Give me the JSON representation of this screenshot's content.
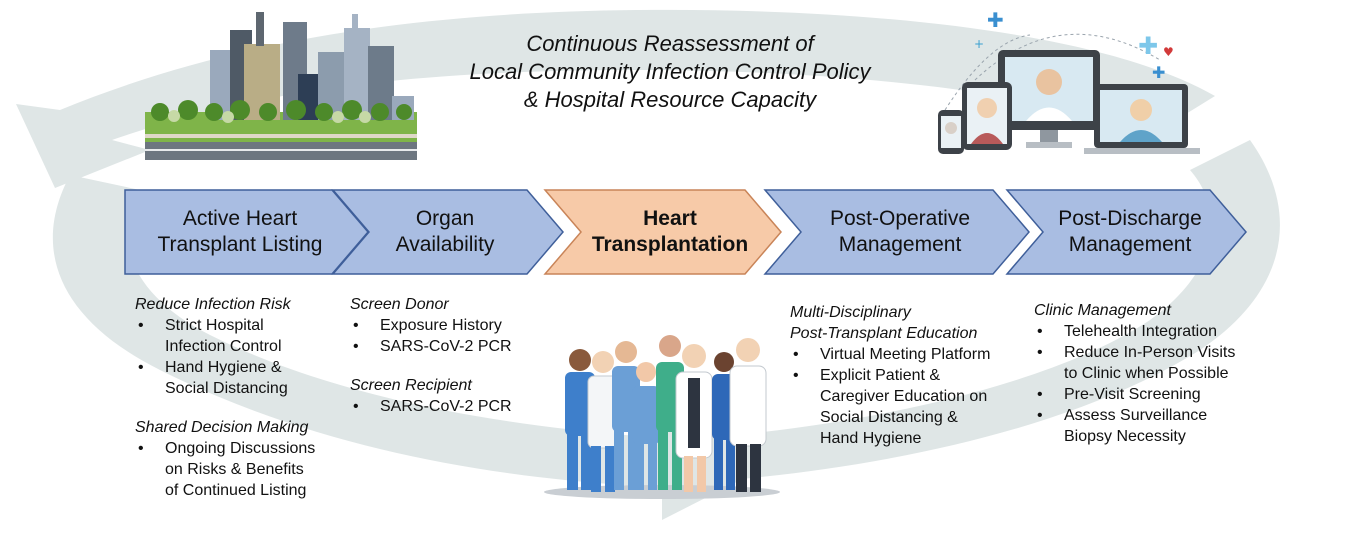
{
  "title": {
    "line1": "Continuous Reassessment of",
    "line2": "Local Community Infection Control Policy",
    "line3": "& Hospital Resource Capacity"
  },
  "colors": {
    "stage_fill": "#a9bde2",
    "stage_stroke": "#3f5f9a",
    "highlight_fill": "#f7caa8",
    "highlight_stroke": "#c98458",
    "cycle_arrow": "#dfe6e6"
  },
  "icons": [
    "city-skyline-illustration",
    "telehealth-devices-illustration",
    "medical-team-illustration"
  ],
  "stages": [
    {
      "line1": "Active Heart",
      "line2": "Transplant Listing"
    },
    {
      "line1": "Organ",
      "line2": "Availability"
    },
    {
      "line1": "Heart",
      "line2": "Transplantation"
    },
    {
      "line1": "Post-Operative",
      "line2": "Management"
    },
    {
      "line1": "Post-Discharge",
      "line2": "Management"
    }
  ],
  "col1": {
    "h1": "Reduce Infection Risk",
    "b1": [
      "Strict Hospital",
      "Infection Control"
    ],
    "b2": [
      "Hand Hygiene &",
      "Social Distancing"
    ],
    "h2": "Shared Decision Making",
    "b3": [
      "Ongoing Discussions",
      "on Risks & Benefits",
      "of Continued Listing"
    ]
  },
  "col2": {
    "h1": "Screen Donor",
    "b1": "Exposure History",
    "b2": "SARS-CoV-2 PCR",
    "h2": "Screen Recipient",
    "b3": "SARS-CoV-2 PCR"
  },
  "col4": {
    "h1": "Multi-Disciplinary",
    "h2": "Post-Transplant Education",
    "b1": "Virtual Meeting Platform",
    "b2": [
      "Explicit Patient &",
      "Caregiver Education on",
      "Social Distancing &",
      "Hand Hygiene"
    ]
  },
  "col5": {
    "h1": "Clinic Management",
    "b1": "Telehealth Integration",
    "b2": [
      "Reduce In-Person Visits",
      "to Clinic when Possible"
    ],
    "b3": "Pre-Visit Screening",
    "b4": [
      "Assess Surveillance",
      "Biopsy Necessity"
    ]
  }
}
